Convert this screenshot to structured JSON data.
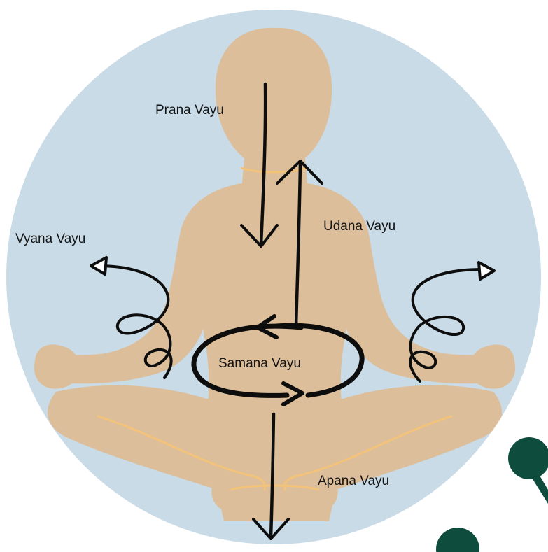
{
  "labels": {
    "prana": "Prana Vayu",
    "udana": "Udana Vayu",
    "vyana": "Vyana Vayu",
    "samana": "Samana Vayu",
    "apana": "Apana Vayu"
  },
  "colors": {
    "background_circle": "#c9dbe7",
    "body": "#dcbe9a",
    "leg_lines": "#f3c37a",
    "arrows": "#0d0d0d",
    "decor_dots": "#0e4d3d",
    "text": "#141414"
  }
}
